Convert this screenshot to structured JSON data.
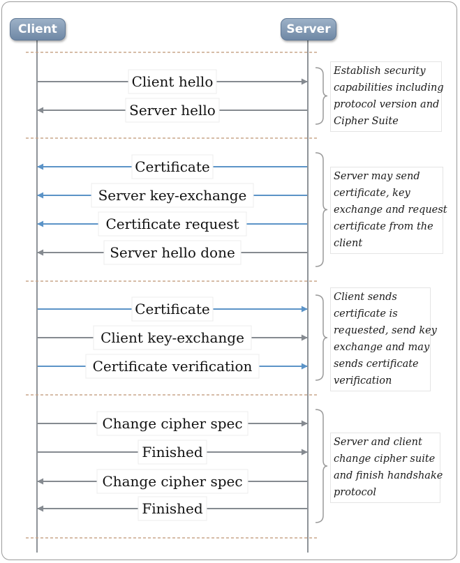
{
  "participants": {
    "client": "Client",
    "server": "Server"
  },
  "phases": [
    {
      "messages": [
        {
          "label": "Client hello",
          "direction": "to-server",
          "style": "gray"
        },
        {
          "label": "Server hello",
          "direction": "to-client",
          "style": "gray"
        }
      ],
      "note": [
        "Establish security",
        "capabilities including",
        "protocol version and",
        "Cipher Suite"
      ]
    },
    {
      "messages": [
        {
          "label": "Certificate",
          "direction": "to-client",
          "style": "blue"
        },
        {
          "label": "Server key-exchange",
          "direction": "to-client",
          "style": "blue"
        },
        {
          "label": "Certificate request",
          "direction": "to-client",
          "style": "blue"
        },
        {
          "label": "Server hello done",
          "direction": "to-client",
          "style": "gray"
        }
      ],
      "note": [
        "Server may send",
        "certificate, key",
        "exchange and request",
        "certificate from the",
        "client"
      ]
    },
    {
      "messages": [
        {
          "label": "Certificate",
          "direction": "to-server",
          "style": "blue"
        },
        {
          "label": "Client key-exchange",
          "direction": "to-server",
          "style": "gray"
        },
        {
          "label": "Certificate verification",
          "direction": "to-server",
          "style": "blue"
        }
      ],
      "note": [
        "Client sends",
        "certificate is",
        "requested, send key",
        "exchange and may",
        "sends certificate",
        "verification"
      ]
    },
    {
      "messages": [
        {
          "label": "Change cipher spec",
          "direction": "to-server",
          "style": "gray"
        },
        {
          "label": "Finished",
          "direction": "to-server",
          "style": "gray"
        },
        {
          "label": "Change cipher spec",
          "direction": "to-client",
          "style": "gray"
        },
        {
          "label": "Finished",
          "direction": "to-client",
          "style": "gray"
        }
      ],
      "note": [
        "Server and client",
        "change cipher suite",
        "and finish handshake",
        "protocol"
      ]
    }
  ],
  "colors": {
    "gray_arrow": "#858a90",
    "blue_arrow": "#5b93c7",
    "separator": "#c9a58a",
    "lifeline": "#8e9398",
    "brace": "#9a9a9a"
  }
}
